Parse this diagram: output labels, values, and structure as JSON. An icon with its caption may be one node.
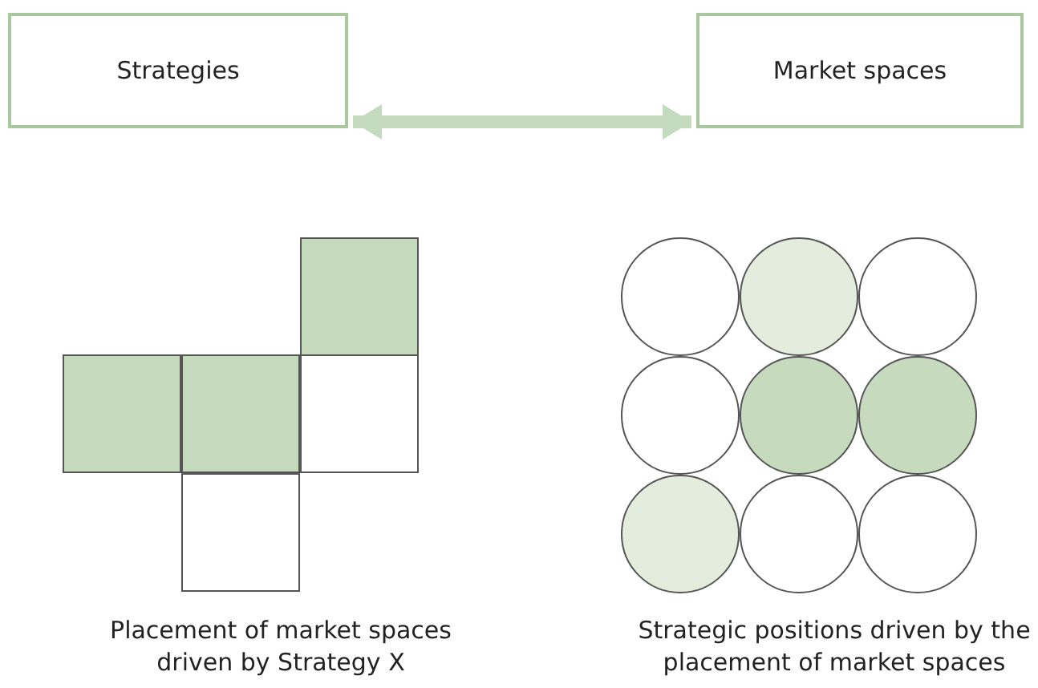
{
  "diagram": {
    "nodes": [
      {
        "text": [
          "Strategies"
        ]
      },
      {
        "text": [
          "Market spaces"
        ]
      },
      {
        "text": [],
        "shape": "box"
      },
      {
        "text": [],
        "shape": "box"
      },
      {
        "text": [],
        "shape": "box"
      },
      {
        "text": [],
        "shape": "box"
      },
      {
        "text": [],
        "shape": "box"
      },
      {
        "text": [],
        "shape": "circle"
      },
      {
        "text": [],
        "shape": "circle"
      },
      {
        "text": [],
        "shape": "circle"
      },
      {
        "text": [],
        "shape": "circle"
      },
      {
        "text": [],
        "shape": "circle"
      },
      {
        "text": [],
        "shape": "circle"
      },
      {
        "text": [],
        "shape": "circle"
      },
      {
        "text": [],
        "shape": "circle"
      },
      {
        "text": [],
        "shape": "circle"
      }
    ],
    "edges": [
      {
        "from": 0,
        "to": 1,
        "arrow": "both"
      }
    ],
    "labels": [
      "Placement of market spaces driven by Strategy X",
      "Strategic positions driven by the placement of market spaces"
    ]
  }
}
